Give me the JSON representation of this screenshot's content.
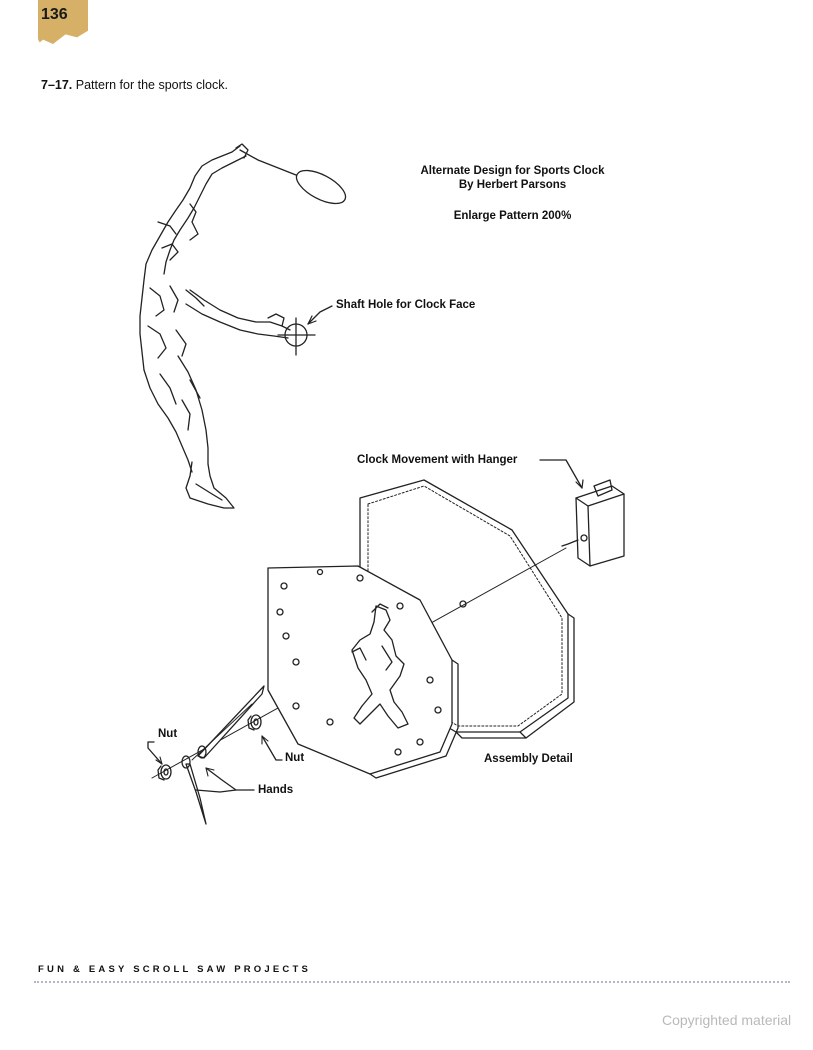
{
  "page": {
    "number": "136",
    "badge_color": "#d6b067"
  },
  "figure": {
    "number": "7–17.",
    "caption": "Pattern for the sports clock."
  },
  "title_block": {
    "line1": "Alternate Design for Sports Clock",
    "line2": "By Herbert Parsons",
    "line3": "Enlarge Pattern 200%"
  },
  "labels": {
    "shaft_hole": "Shaft Hole for Clock Face",
    "clock_movement": "Clock Movement with Hanger",
    "assembly_detail": "Assembly Detail",
    "nut_left": "Nut",
    "nut_right": "Nut",
    "hands": "Hands"
  },
  "footer": {
    "book_title": "FUN & EASY SCROLL SAW PROJECTS"
  },
  "watermark": "Copyrighted material"
}
